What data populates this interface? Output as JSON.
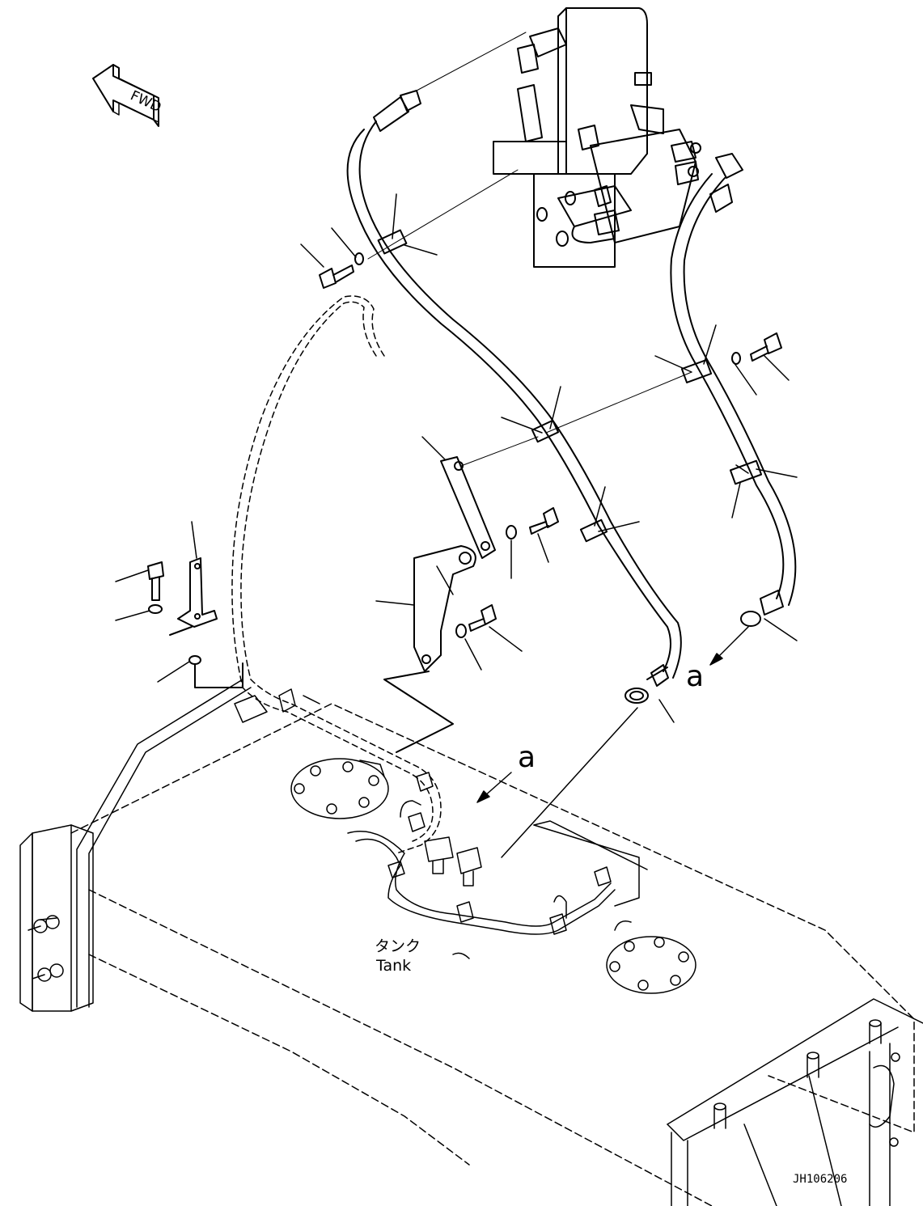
{
  "fwd_label": "FWD",
  "callouts": [
    {
      "id": "a-right",
      "letter": "a"
    },
    {
      "id": "a-center",
      "letter": "a"
    }
  ],
  "tank_label_jp": "タンク",
  "tank_label_en": "Tank",
  "drawing_code": "JH106206",
  "colors": {
    "ink": "#000000",
    "paper": "#ffffff"
  }
}
